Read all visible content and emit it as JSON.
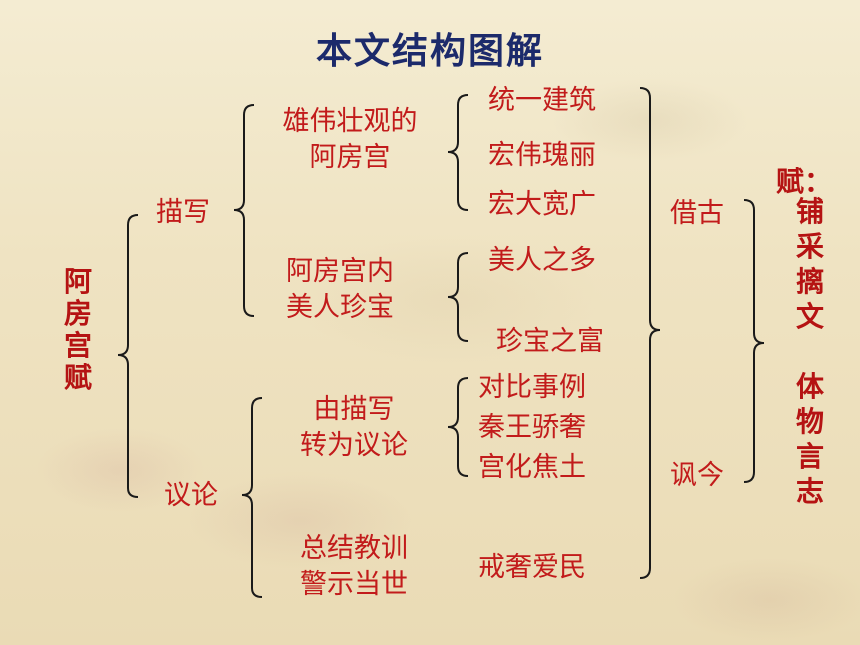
{
  "title": "本文结构图解",
  "root": "阿房宫赋",
  "level1": {
    "describe": "描写",
    "discuss": "议论"
  },
  "level2": {
    "magnificent": "雄伟壮观的\n阿房宫",
    "beauties": "阿房宫内\n美人珍宝",
    "transition": "由描写\n转为议论",
    "lesson": "总结教训\n警示当世"
  },
  "level3": [
    "统一建筑",
    "宏伟瑰丽",
    "宏大宽广",
    "美人之多",
    "珍宝之富",
    "对比事例",
    "秦王骄奢",
    "宫化焦土",
    "戒奢爱民"
  ],
  "level4": {
    "ancient": "借古",
    "satire": "讽今"
  },
  "genre": {
    "label": "赋：",
    "chars": [
      "铺",
      "采",
      "摛",
      "文",
      "",
      "体",
      "物",
      "言",
      "志"
    ]
  }
}
